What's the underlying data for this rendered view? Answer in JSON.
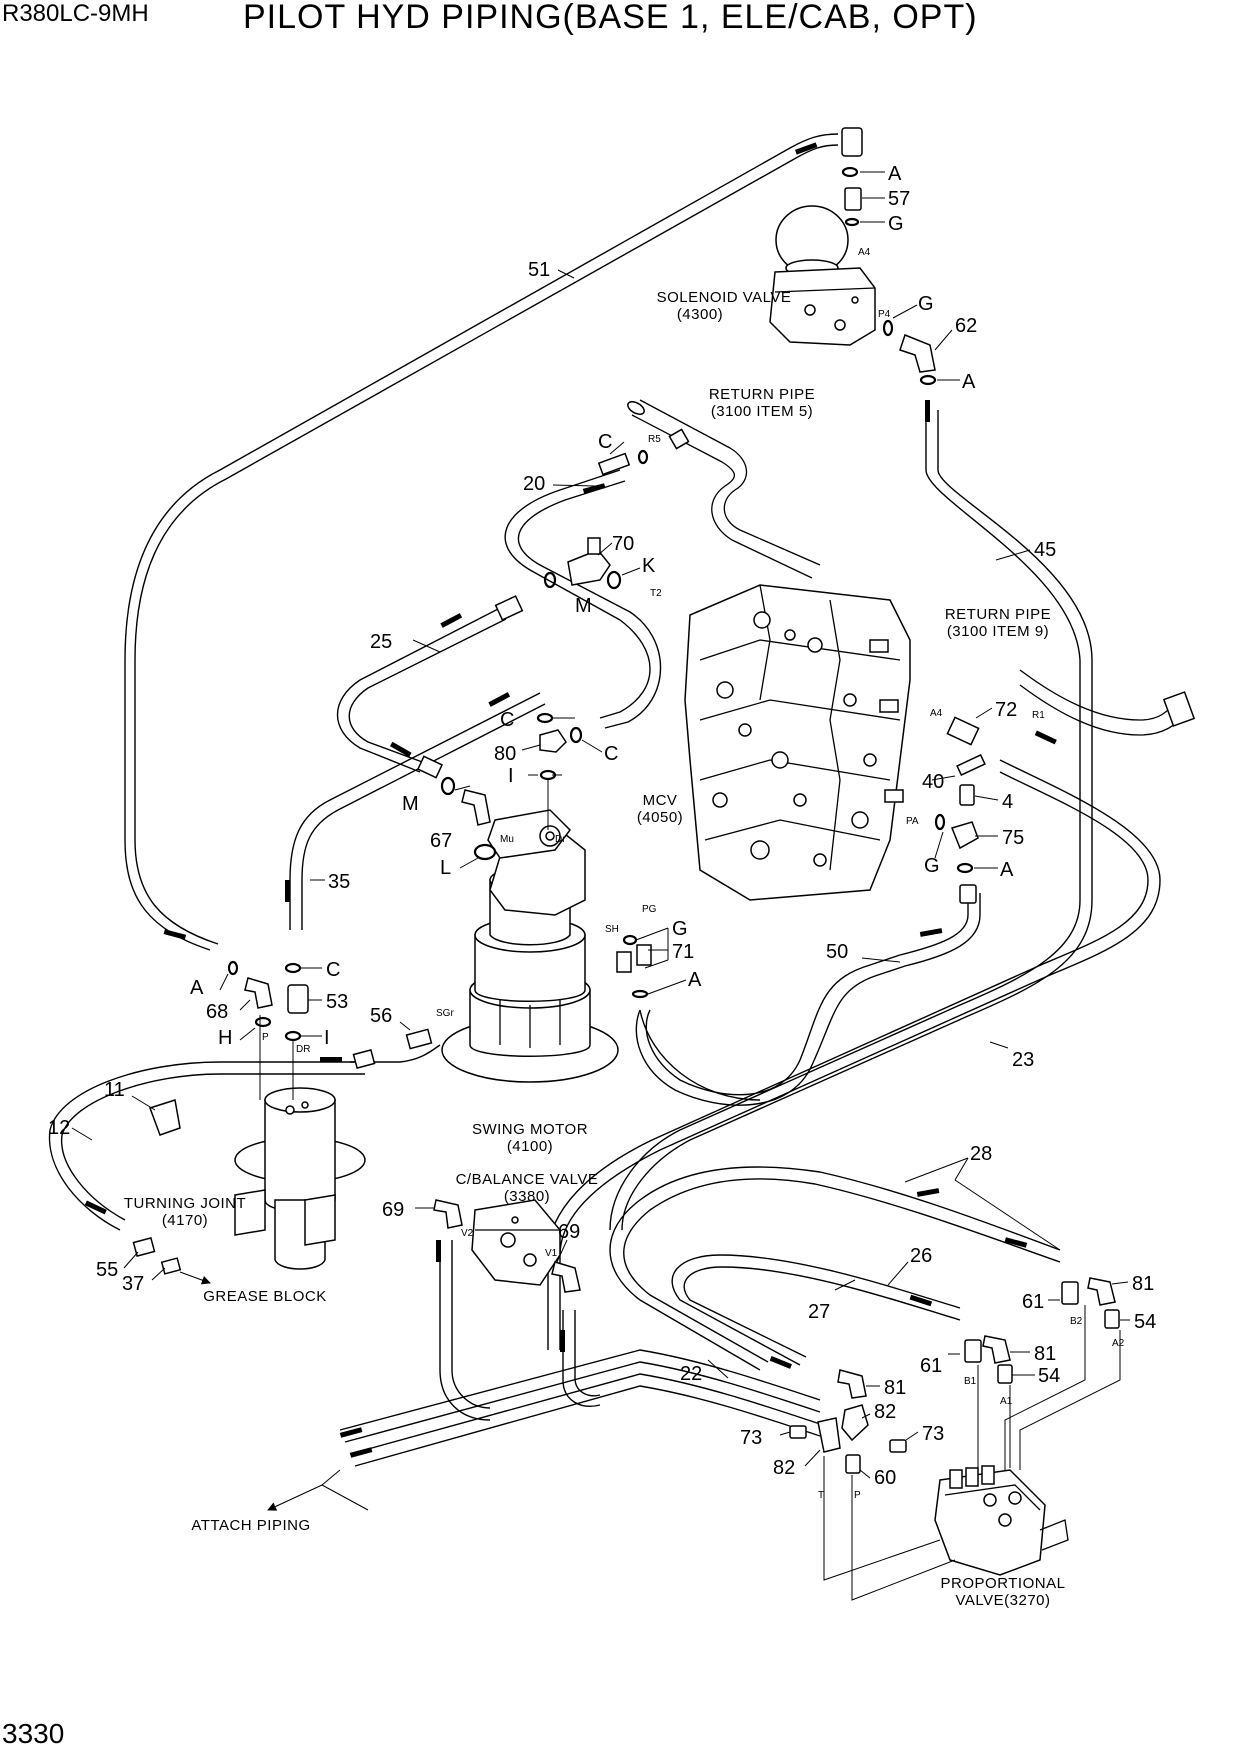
{
  "header": {
    "model": "R380LC-9MH",
    "title": "PILOT HYD PIPING(BASE 1, ELE/CAB, OPT)"
  },
  "footer": {
    "page_number": "3330"
  },
  "components": {
    "solenoid_valve": [
      "SOLENOID VALVE",
      "(4300)"
    ],
    "return_pipe_5": [
      "RETURN PIPE",
      "(3100 ITEM 5)"
    ],
    "return_pipe_9": [
      "RETURN PIPE",
      "(3100 ITEM 9)"
    ],
    "mcv": [
      "MCV",
      "(4050)"
    ],
    "swing_motor": [
      "SWING MOTOR",
      "(4100)"
    ],
    "turning_joint": [
      "TURNING JOINT",
      "(4170)"
    ],
    "grease_block": "GREASE BLOCK",
    "c_balance_valve": [
      "C/BALANCE VALVE",
      "(3380)"
    ],
    "attach_piping": "ATTACH PIPING",
    "proportional_valve": [
      "PROPORTIONAL",
      "VALVE(3270)"
    ]
  },
  "callouts": {
    "n51": "51",
    "n57": "57",
    "n62": "62",
    "n20": "20",
    "n70": "70",
    "n45": "45",
    "n25": "25",
    "n80": "80",
    "n72": "72",
    "n40": "40",
    "n4": "4",
    "n75": "75",
    "n67": "67",
    "n35": "35",
    "n71": "71",
    "n50": "50",
    "n68": "68",
    "n53": "53",
    "n56": "56",
    "n23": "23",
    "n11": "11",
    "n12": "12",
    "n28": "28",
    "n69a": "69",
    "n69b": "69",
    "n55": "55",
    "n37": "37",
    "n26": "26",
    "n81a": "81",
    "n61a": "61",
    "n54a": "54",
    "n27": "27",
    "n81b": "81",
    "n61b": "61",
    "n54b": "54",
    "n22": "22",
    "n81c": "81",
    "n82a": "82",
    "n73a": "73",
    "n73b": "73",
    "n82b": "82",
    "n60": "60"
  },
  "seal_letters": {
    "A1": "A",
    "G1": "G",
    "G2": "G",
    "A2": "A",
    "C1": "C",
    "K": "K",
    "M1": "M",
    "C2": "C",
    "C3": "C",
    "I1": "I",
    "M2": "M",
    "L": "L",
    "G3": "G",
    "A3": "A",
    "G4": "G",
    "A4": "A",
    "C4": "C",
    "A5": "A",
    "H": "H",
    "I2": "I"
  },
  "port_labels": {
    "A4a": "A4",
    "P4": "P4",
    "R5": "R5",
    "T2": "T2",
    "A4b": "A4",
    "R1": "R1",
    "PA": "PA",
    "Mu": "Mu",
    "Dr": "Dr",
    "PG": "PG",
    "SH": "SH",
    "SGr": "SGr",
    "P": "P",
    "DR": "DR",
    "V2": "V2",
    "V1": "V1",
    "B2": "B2",
    "A2": "A2",
    "B1": "B1",
    "A1": "A1",
    "T": "T",
    "Pp": "P"
  }
}
